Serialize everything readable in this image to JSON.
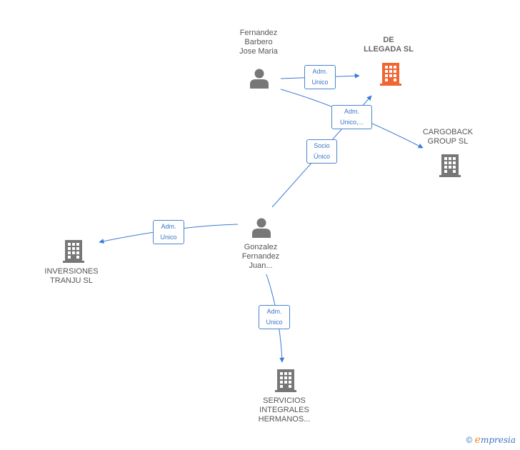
{
  "colors": {
    "edge": "#3a7bd5",
    "person_icon": "#777777",
    "company_icon": "#777777",
    "focus_company_icon": "#f26430",
    "label_border": "#4a86d0"
  },
  "nodes": {
    "fernandez_barbero": {
      "lines": [
        "Fernandez",
        "Barbero",
        "Jose Maria"
      ],
      "icon": "person-icon"
    },
    "de_llegada": {
      "lines": [
        "DE",
        "LLEGADA  SL"
      ],
      "icon": "building-icon"
    },
    "cargoback": {
      "lines": [
        "CARGOBACK",
        "GROUP  SL"
      ],
      "icon": "building-icon"
    },
    "gonzalez_fernandez": {
      "lines": [
        "Gonzalez",
        "Fernandez",
        "Juan..."
      ],
      "icon": "person-icon"
    },
    "inversiones_tranju": {
      "lines": [
        "INVERSIONES",
        "TRANJU  SL"
      ],
      "icon": "building-icon"
    },
    "servicios_integrales": {
      "lines": [
        "SERVICIOS",
        "INTEGRALES",
        "HERMANOS..."
      ],
      "icon": "building-icon"
    }
  },
  "edges": {
    "fb_to_dellegada": {
      "lines": [
        "Adm.",
        "Unico"
      ]
    },
    "fb_to_cargoback": {
      "lines": [
        "Adm.",
        "Unico,..."
      ]
    },
    "gf_to_dellegada": {
      "lines": [
        "Socio",
        "Único"
      ]
    },
    "gf_to_inversiones": {
      "lines": [
        "Adm.",
        "Unico"
      ]
    },
    "gf_to_servicios": {
      "lines": [
        "Adm.",
        "Unico"
      ]
    }
  },
  "watermark": {
    "copyright": "©",
    "brand_initial": "e",
    "brand_rest": "mpresia"
  }
}
